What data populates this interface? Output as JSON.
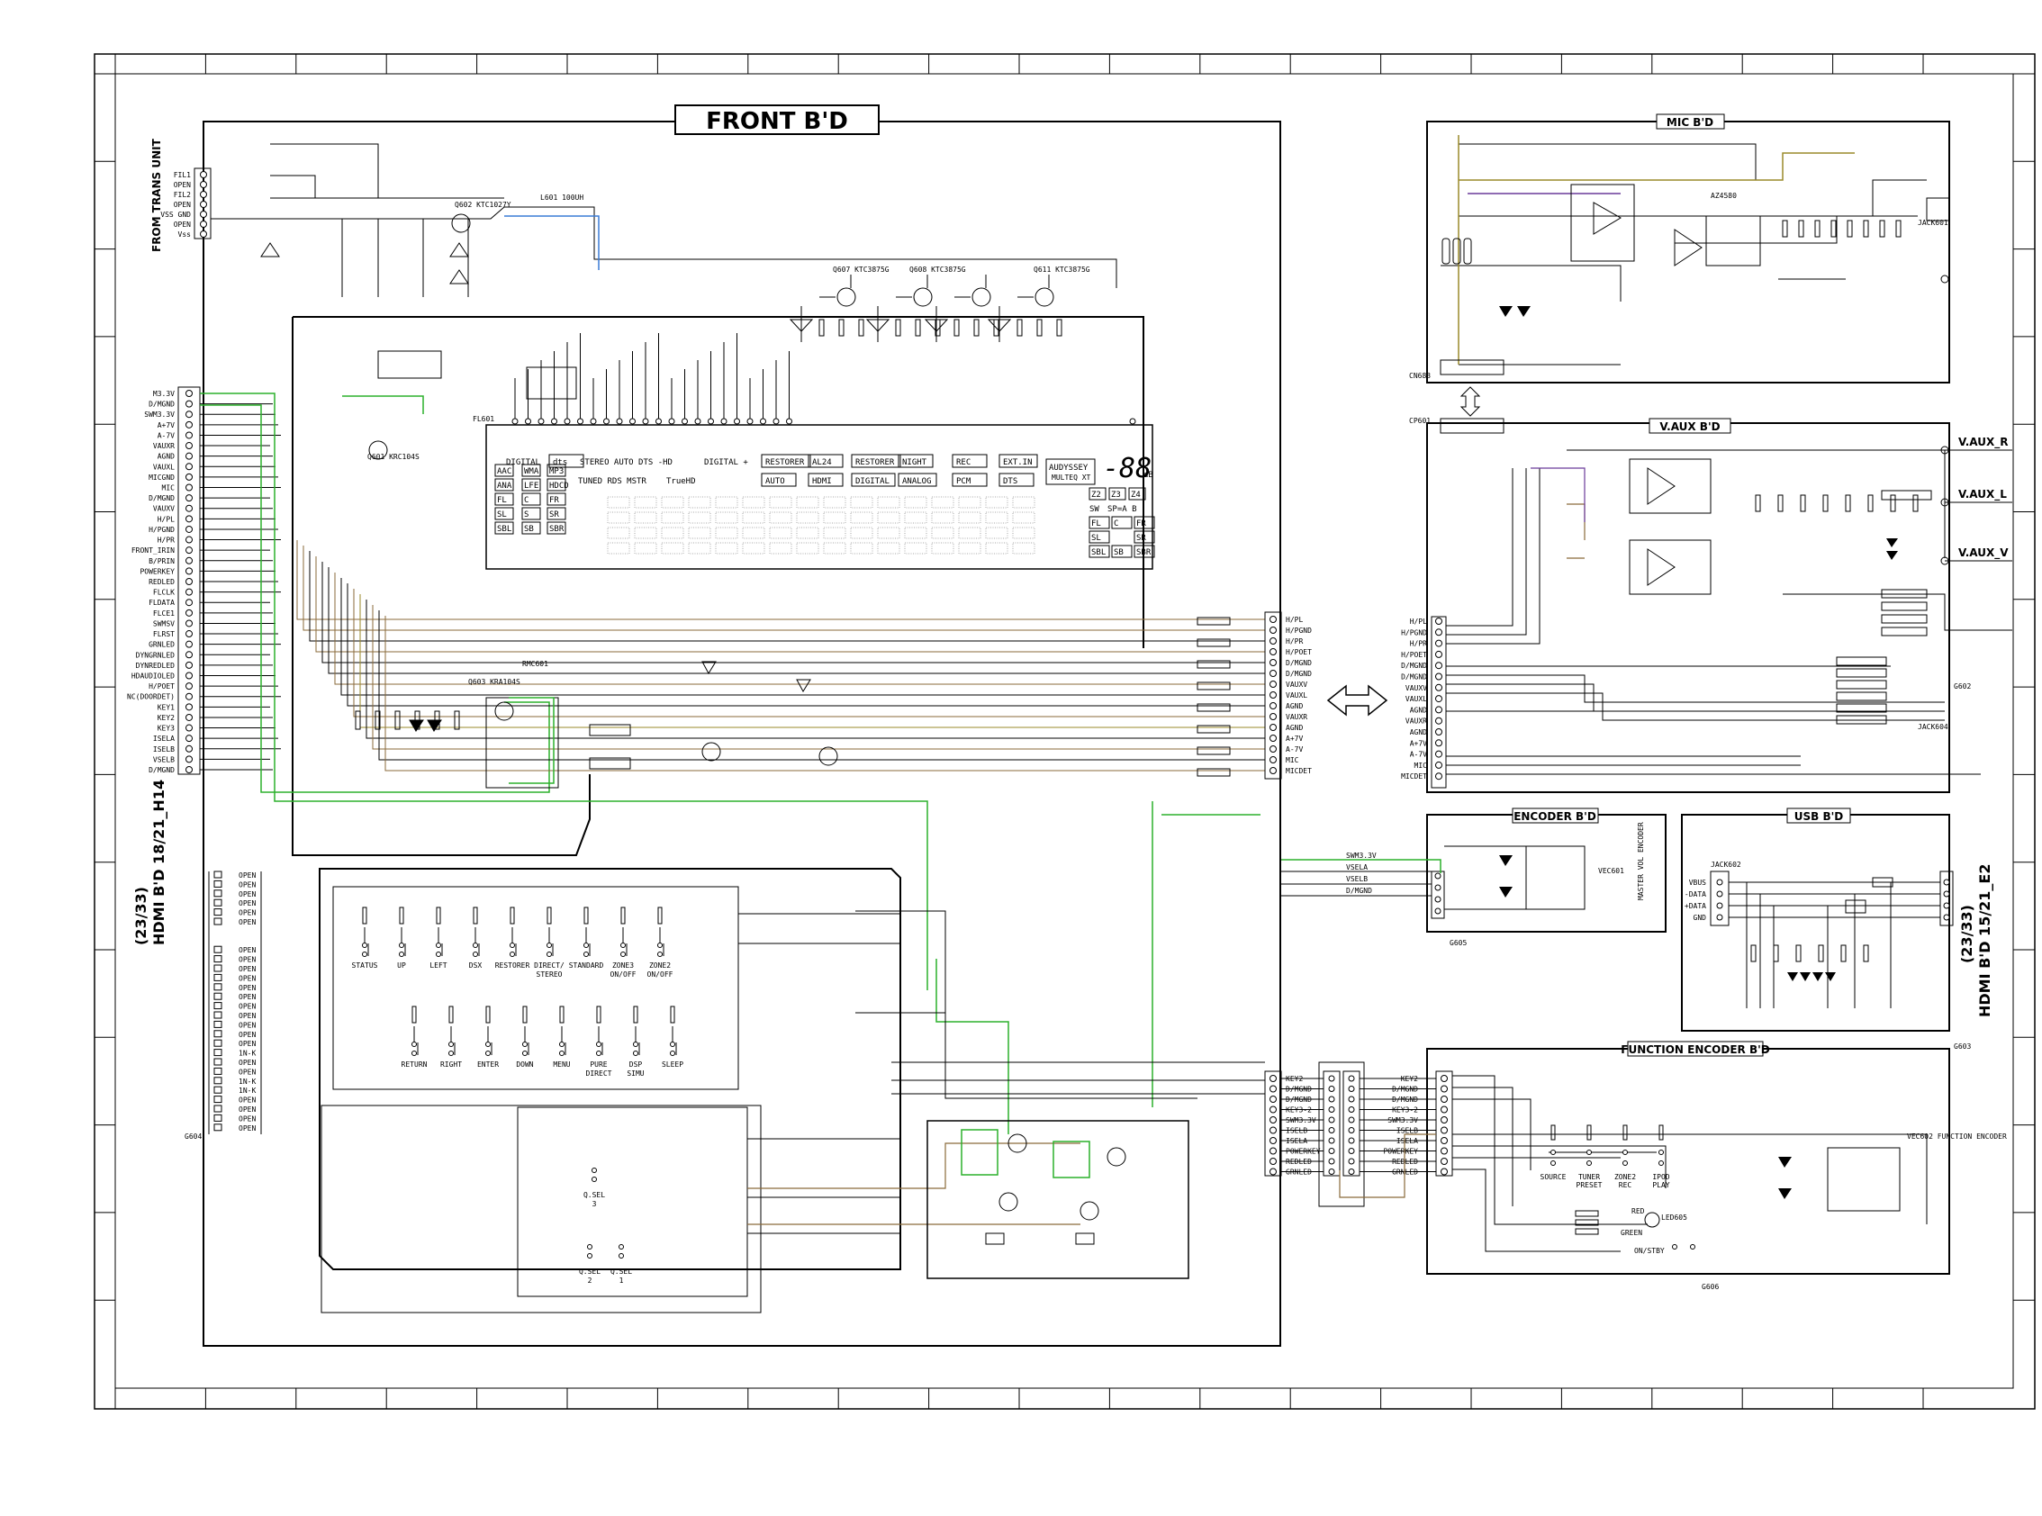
{
  "boards": {
    "front": "FRONT B'D",
    "mic": "MIC B'D",
    "vaux": "V.AUX B'D",
    "encoder": "ENCODER B'D",
    "usb": "USB B'D",
    "function_encoder": "FUNCTION  ENCODER B'D"
  },
  "side_labels": {
    "from_trans": "FROM TRANS UNIT",
    "hdmi_left": "(23/33)",
    "hdmi_left_2": "HDMI B'D 18/21_H14",
    "hdmi_right": "(23/33)",
    "hdmi_right_2": "HDMI B'D 15/21_E2"
  },
  "left_connector_pins": [
    "M3.3V",
    "D/MGND",
    "SWM3.3V",
    "A+7V",
    "A-7V",
    "VAUXR",
    "AGND",
    "VAUXL",
    "MICGND",
    "MIC",
    "D/MGND",
    "VAUXV",
    "H/PL",
    "H/PGND",
    "H/PR",
    "FRONT_IRIN",
    "B/PRIN",
    "POWERKEY",
    "REDLED",
    "FLCLK",
    "FLDATA",
    "FLCE1",
    "SWMSV",
    "FLRST",
    "GRNLED",
    "DYNGRNLED",
    "DYNREDLED",
    "HDAUDIOLED",
    "H/POET",
    "NC(DOORDET)",
    "KEY1",
    "KEY2",
    "KEY3",
    "ISELA",
    "ISELB",
    "VSELB",
    "D/MGND"
  ],
  "trans_pins": [
    "FIL1",
    "OPEN",
    "FIL2",
    "OPEN",
    "VSS GND",
    "OPEN",
    "Vss"
  ],
  "vfd": {
    "row1": [
      "DIGITAL",
      "dts",
      "STEREO AUTO DTS -HD",
      "DIGITAL +",
      "RESTORER",
      "AL24",
      "RESTORER",
      "NIGHT",
      "REC",
      "EXT.IN"
    ],
    "row2": [
      "TUNED RDS MSTR",
      "TrueHD",
      "AUTO",
      "HDMI",
      "DIGITAL",
      "ANALOG",
      "PCM",
      "DTS"
    ],
    "audyssey": "AUDYSSEY",
    "multeq": "MULTEQ XT",
    "db": "dB",
    "channels": [
      "AAC",
      "WMA",
      "MP3",
      "ANA",
      "LFE",
      "HDCD",
      "FL",
      "C",
      "FR",
      "SL",
      "S",
      "SR",
      "SBL",
      "SB",
      "SBR"
    ],
    "zones": [
      "Z2",
      "Z3",
      "Z4"
    ],
    "sw": "SW",
    "sp": "SP=A B",
    "right_ch": [
      "FL",
      "C",
      "FR",
      "SL",
      "SR",
      "SBL",
      "SB",
      "SBR"
    ]
  },
  "switches_row1": [
    "STATUS",
    "UP",
    "LEFT",
    "DSX",
    "RESTORER",
    "DIRECT/ STEREO",
    "STANDARD",
    "ZONE3 ON/OFF",
    "ZONE2 ON/OFF"
  ],
  "switches_row2": [
    "RETURN",
    "RIGHT",
    "ENTER",
    "DOWN",
    "MENU",
    "PURE DIRECT",
    "DSP SIMU",
    "SLEEP"
  ],
  "qsel": [
    "Q.SEL 3",
    "Q.SEL 2",
    "Q.SEL 1"
  ],
  "func_switches": [
    "SOURCE",
    "TUNER PRESET",
    "ZONE2 REC",
    "IPOD PLAY"
  ],
  "func_misc": {
    "onstby": "ON/STBY",
    "encoder": "VEC602 FUNCTION ENCODER",
    "led": "LED605",
    "red": "RED",
    "green": "GREEN"
  },
  "encoder_misc": {
    "master": "MASTER VOL ENCODER",
    "vec": "VEC601"
  },
  "usb_pins": [
    "VBUS",
    "-DATA",
    "+DATA",
    "GND"
  ],
  "vaux_outputs": [
    "V.AUX_R",
    "V.AUX_L",
    "V.AUX_V"
  ],
  "vaux_pins": [
    "H/PL",
    "H/PGND",
    "H/PR",
    "H/POET",
    "D/MGND",
    "D/MGND",
    "VAUXV",
    "VAUXL",
    "AGND",
    "VAUXR",
    "AGND",
    "A+7V",
    "A-7V",
    "MIC",
    "MICDET"
  ],
  "cn602_pins": [
    "H/PL",
    "H/PGND",
    "H/PR",
    "H/POET",
    "D/MGND",
    "D/MGND",
    "VAUXV",
    "VAUXL",
    "AGND",
    "VAUXR",
    "AGND",
    "A+7V",
    "A-7V",
    "MIC",
    "MICDET"
  ],
  "cn604_pins": [
    "KEY2",
    "D/MGND",
    "D/MGND",
    "KEY3-2",
    "SWM3.3V",
    "ISELB",
    "ISELA",
    "POWERKEY",
    "REDLED",
    "GRNLED"
  ],
  "func_pins": [
    "KEY2",
    "D/MGND",
    "D/MGND",
    "KEY3-2",
    "SWM3.3V",
    "ISELB",
    "ISELA",
    "POWERKEY",
    "REDLED",
    "GRNLED"
  ],
  "encoder_pins": [
    "SWM3.3V",
    "VSELA",
    "VSELB",
    "D/MGND"
  ],
  "refs": {
    "jack": "JACK601",
    "mic_ic": "AZ4580",
    "vfd_ref": "FL601",
    "cn683": "CN683",
    "cp601": "CP601",
    "jack604": "JACK604",
    "jack602": "JACK602",
    "q601": "Q601 KRC104S",
    "q603": "Q603 KRA104S",
    "q602": "Q602 KTC1027Y",
    "l601": "L601 100UH",
    "q607": "Q607 KTC3875G",
    "q608": "Q608 KTC3875G",
    "q611": "Q611 KTC3875G",
    "rmc601": "RMC601",
    "g602": "G602",
    "g603": "G603",
    "g604": "G604",
    "g605": "G605",
    "g606": "G606"
  },
  "colors": {
    "green": "#2bb02b",
    "blue": "#3a7bd5",
    "brown": "#8a6a3a",
    "purple": "#6a3a9a",
    "olive": "#9a8a2a",
    "ink": "#000000"
  }
}
